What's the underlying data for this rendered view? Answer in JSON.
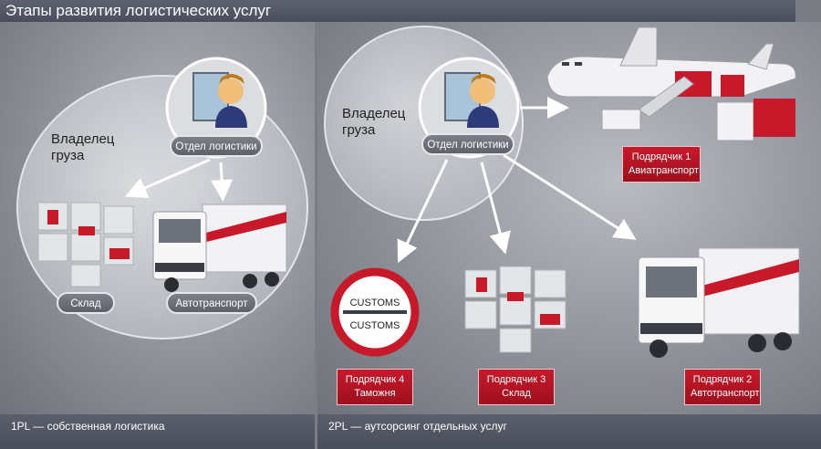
{
  "title": "Этапы развития логистических услуг",
  "left_panel": {
    "owner_label": "Владелец груза",
    "logistics_dept": "Отдел логистики",
    "warehouse": "Склад",
    "transport": "Автотранспорт",
    "footer": "1PL — собственная логистика"
  },
  "right_panel": {
    "owner_label": "Владелец груза",
    "logistics_dept": "Отдел логистики",
    "contractor1": "Подрядчик 1\nАвиатранспорт",
    "contractor2": "Подрядчик 2\nАвтотранспорт",
    "contractor3": "Подрядчик 3\nСклад",
    "contractor4": "Подрядчик 4\nТаможня",
    "customs_sign_top": "CUSTOMS",
    "customs_sign_bottom": "CUSTOMS",
    "footer": "2PL — аутсорсинг отдельных услуг"
  },
  "colors": {
    "accent_red": "#b3121f",
    "panel_gray": "#8e9198"
  }
}
